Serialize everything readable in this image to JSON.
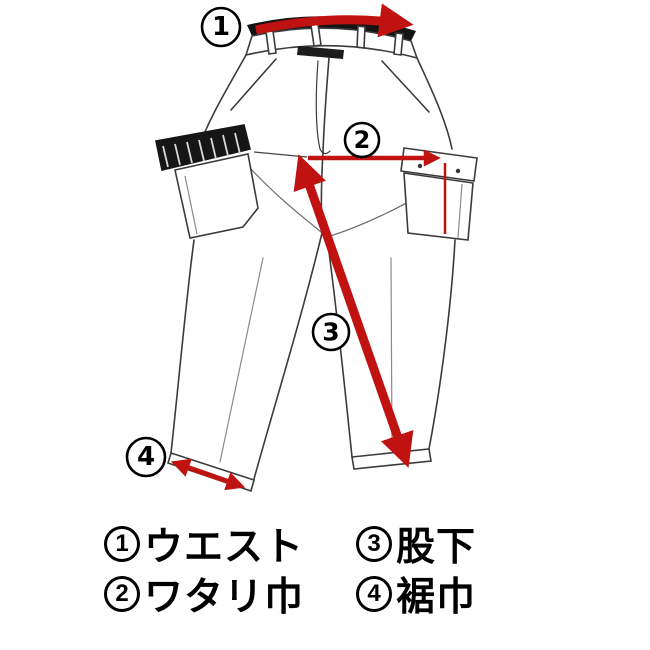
{
  "diagram": {
    "arrow_color": "#c01311",
    "outline_color": "#3b3b3b",
    "markers": [
      {
        "num": "1"
      },
      {
        "num": "2"
      },
      {
        "num": "3"
      },
      {
        "num": "4"
      }
    ]
  },
  "legend": {
    "rows": [
      {
        "cells": [
          {
            "num": "1",
            "label": "ウエスト"
          },
          {
            "num": "3",
            "label": "股下"
          }
        ]
      },
      {
        "cells": [
          {
            "num": "2",
            "label": "ワタリ巾"
          },
          {
            "num": "4",
            "label": "裾巾"
          }
        ]
      }
    ]
  }
}
